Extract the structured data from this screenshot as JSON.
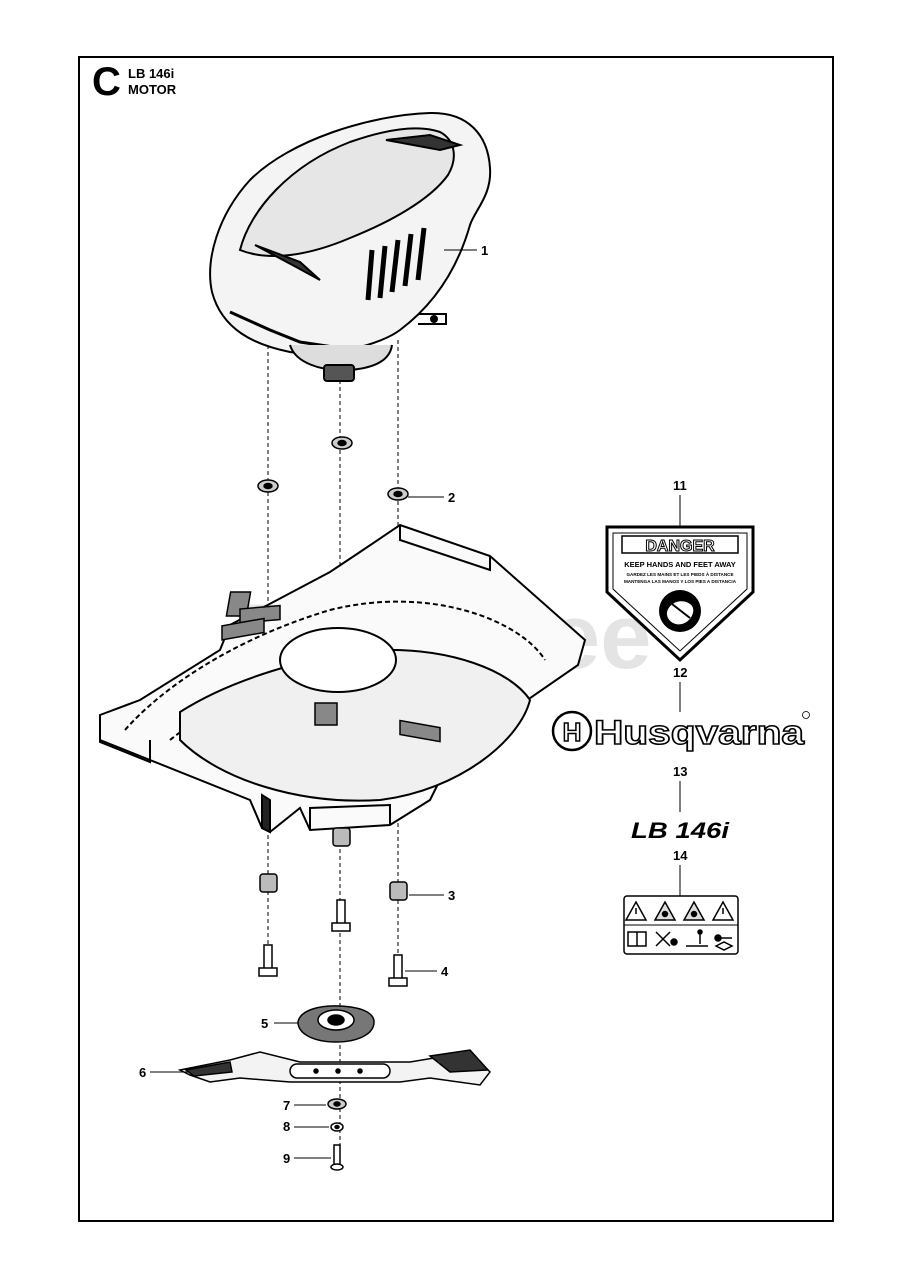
{
  "header": {
    "section_letter": "C",
    "model": "LB 146i",
    "group": "MOTOR"
  },
  "watermark": "PartsTree",
  "callouts": [
    "1",
    "2",
    "3",
    "4",
    "5",
    "6",
    "7",
    "8",
    "9",
    "11",
    "12",
    "13",
    "14"
  ],
  "decals": {
    "danger": {
      "heading": "DANGER",
      "line1": "KEEP HANDS AND FEET AWAY",
      "line2": "GARDEZ LES MAINS ET LES PIEDS À DISTANCE",
      "line3": "MANTENGA LAS MANOS Y LOS PIES A DISTANCIA"
    },
    "brand": "Husqvarna",
    "model_decal": "LB 146i"
  },
  "colors": {
    "line": "#000000",
    "watermark": "#cfcfcf",
    "background": "#ffffff"
  }
}
